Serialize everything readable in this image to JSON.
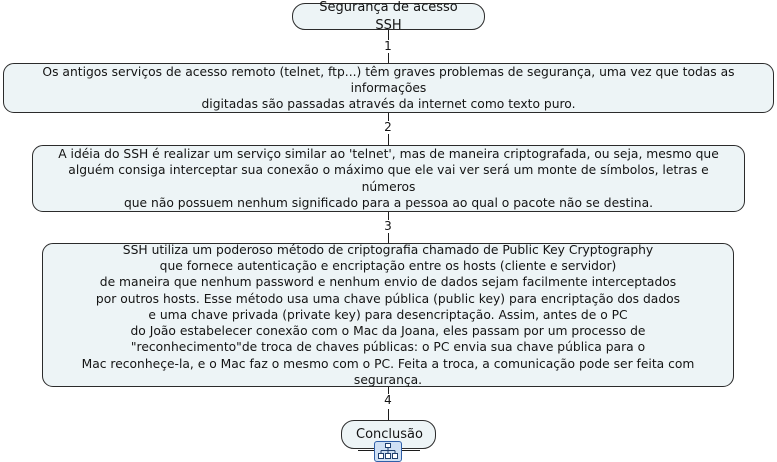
{
  "diagram": {
    "type": "flowchart",
    "orientation": "vertical",
    "background_color": "#ffffff",
    "node_fill_color": "#edf4f6",
    "node_border_color": "#2b2b2b",
    "connector_color": "#1c1c1c",
    "selection_color": "#2f5fa8",
    "nodes": [
      {
        "id": "start",
        "kind": "terminal",
        "label": "Segurança de acesso SSH"
      },
      {
        "id": "step1",
        "kind": "process",
        "label": "Os antigos serviços de acesso remoto (telnet, ftp...) têm graves problemas de segurança, uma vez que todas as informações\ndigitadas são passadas através da internet como texto puro."
      },
      {
        "id": "step2",
        "kind": "process",
        "label": "A idéia do SSH é realizar um serviço similar ao 'telnet', mas de maneira criptografada, ou seja, mesmo que\nalguém consiga interceptar sua conexão o máximo que ele vai ver será um monte de símbolos, letras e números\nque não possuem nenhum significado para a pessoa ao qual o pacote não se destina."
      },
      {
        "id": "step3",
        "kind": "process",
        "label": "SSH utiliza um poderoso método de criptografia chamado de Public Key Cryptography\nque fornece autenticação e encriptação entre os hosts (cliente e servidor)\nde maneira que nenhum password e nenhum envio de dados sejam facilmente interceptados\npor outros hosts. Esse método usa uma chave pública (public key) para encriptação dos dados\ne uma chave privada (private key) para desencriptação. Assim, antes de o PC\ndo João estabelecer conexão com o Mac da Joana, eles passam por um processo de\n\"reconhecimento\"de troca de chaves públicas: o PC envia sua chave pública para o\nMac reconheçe-la, e o Mac faz o mesmo com o PC. Feita a troca, a comunicação pode ser feita com segurança."
      },
      {
        "id": "end",
        "kind": "terminal",
        "label": "Conclusão"
      }
    ],
    "connectors": [
      {
        "id": "c1",
        "label": "1",
        "from": "start",
        "to": "step1"
      },
      {
        "id": "c2",
        "label": "2",
        "from": "step1",
        "to": "step2"
      },
      {
        "id": "c3",
        "label": "3",
        "from": "step2",
        "to": "step3"
      },
      {
        "id": "c4",
        "label": "4",
        "from": "step3",
        "to": "end"
      }
    ],
    "selected_icon": {
      "name": "hierarchy-node-icon",
      "selected": true
    }
  }
}
